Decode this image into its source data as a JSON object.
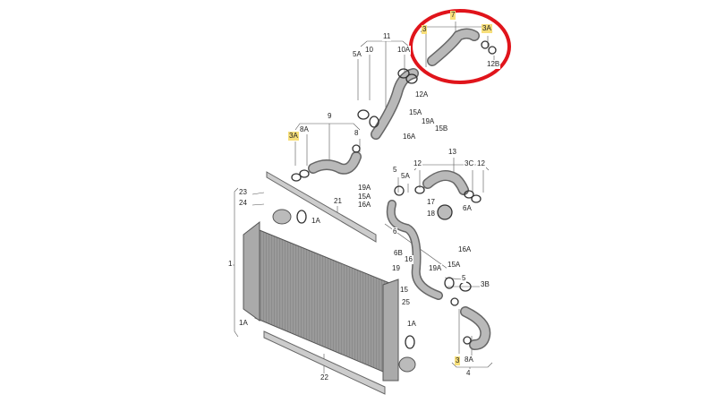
{
  "diagram": {
    "title": "Intercooler charge air hoses exploded view",
    "highlight_color": "#e0141b",
    "labels": [
      "7",
      "3",
      "3A",
      "12B",
      "11",
      "5A",
      "10",
      "10A",
      "12A",
      "15A",
      "19A",
      "15B",
      "16A",
      "9",
      "8A",
      "3A",
      "8",
      "13",
      "12",
      "5",
      "5A",
      "3C",
      "12",
      "19A",
      "15A",
      "16A",
      "23",
      "24",
      "21",
      "1A",
      "17",
      "18",
      "6A",
      "6",
      "6B",
      "16A",
      "16",
      "19",
      "19A",
      "15A",
      "5",
      "3B",
      "15",
      "25",
      "1A",
      "1",
      "1A",
      "3",
      "8A",
      "4",
      "22"
    ]
  }
}
